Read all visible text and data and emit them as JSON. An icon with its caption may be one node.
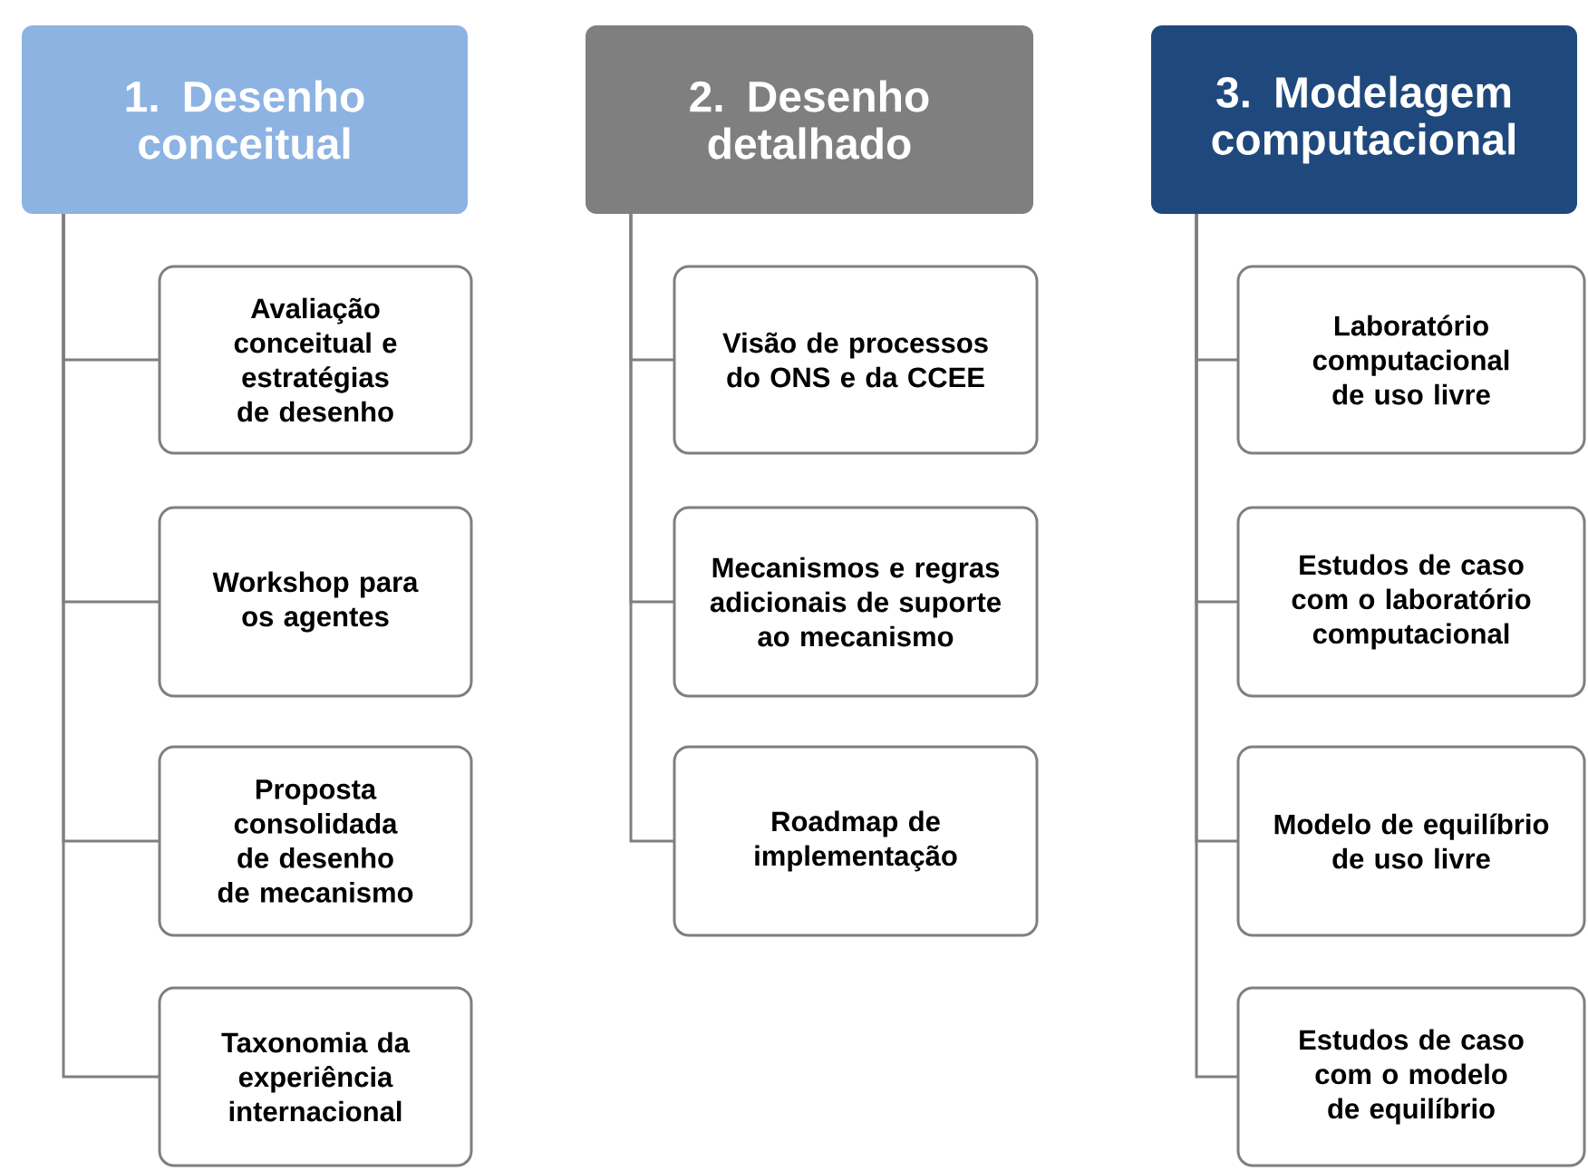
{
  "diagram": {
    "nodes": [
      {
        "text": [
          "1. Desenho conceitual"
        ]
      },
      {
        "text": [
          "Avaliação conceitual e estratégias de desenho"
        ]
      },
      {
        "text": [
          "Workshop para os agentes"
        ]
      },
      {
        "text": [
          "Proposta consolidada de desenho de mecanismo"
        ]
      },
      {
        "text": [
          "Taxonomia da experiência internacional"
        ]
      },
      {
        "text": [
          "2. Desenho detalhado"
        ]
      },
      {
        "text": [
          "Visão de processos do ONS e da CCEE"
        ]
      },
      {
        "text": [
          "Mecanismos e regras adicionais de suporte ao mecanismo"
        ]
      },
      {
        "text": [
          "Roadmap de implementação"
        ]
      },
      {
        "text": [
          "3. Modelagem computacional"
        ]
      },
      {
        "text": [
          "Laboratório computacional de uso livre"
        ]
      },
      {
        "text": [
          "Estudos de caso com o laboratório computacional"
        ]
      },
      {
        "text": [
          "Modelo de equilíbrio de uso livre"
        ]
      },
      {
        "text": [
          "Estudos de caso com o modelo de equilíbrio"
        ]
      }
    ],
    "edges": [
      {
        "from": 0,
        "to": 1,
        "arrow": "none"
      },
      {
        "from": 0,
        "to": 2,
        "arrow": "none"
      },
      {
        "from": 0,
        "to": 3,
        "arrow": "none"
      },
      {
        "from": 0,
        "to": 4,
        "arrow": "none"
      },
      {
        "from": 5,
        "to": 6,
        "arrow": "none"
      },
      {
        "from": 5,
        "to": 7,
        "arrow": "none"
      },
      {
        "from": 5,
        "to": 8,
        "arrow": "none"
      },
      {
        "from": 9,
        "to": 10,
        "arrow": "none"
      },
      {
        "from": 9,
        "to": 11,
        "arrow": "none"
      },
      {
        "from": 9,
        "to": 12,
        "arrow": "none"
      },
      {
        "from": 9,
        "to": 13,
        "arrow": "none"
      }
    ]
  }
}
